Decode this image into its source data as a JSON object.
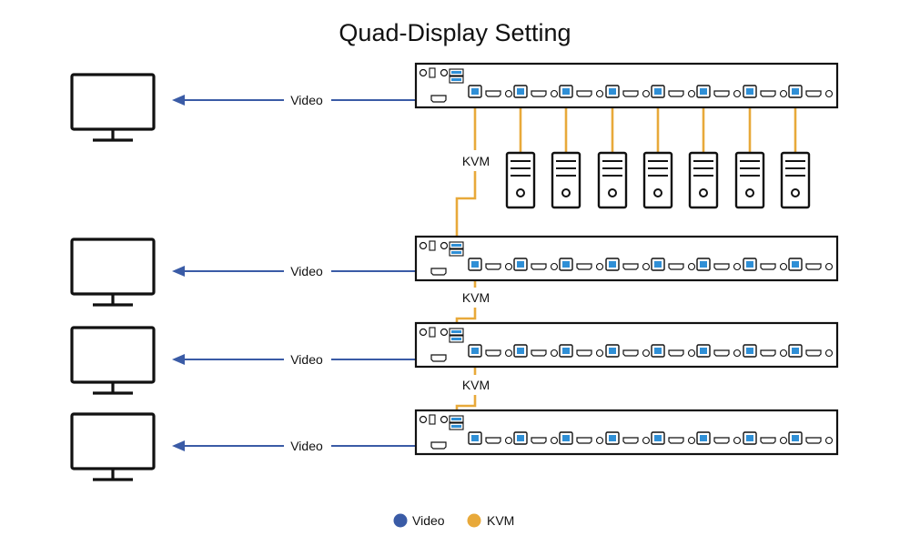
{
  "title": "Quad-Display Setting",
  "video_label": "Video",
  "kvm_label": "KVM",
  "legend": [
    {
      "label": "Video",
      "color": "#3a5ba6"
    },
    {
      "label": "KVM",
      "color": "#e8a93a"
    }
  ],
  "colors": {
    "video": "#3a5ba6",
    "kvm": "#e8a93a",
    "usb_blue": "#2f8fd6",
    "outline": "#111111"
  },
  "icons": {
    "monitor": "monitor-icon",
    "computer": "computer-tower-icon",
    "kvm_switch": "kvm-switch-icon"
  }
}
